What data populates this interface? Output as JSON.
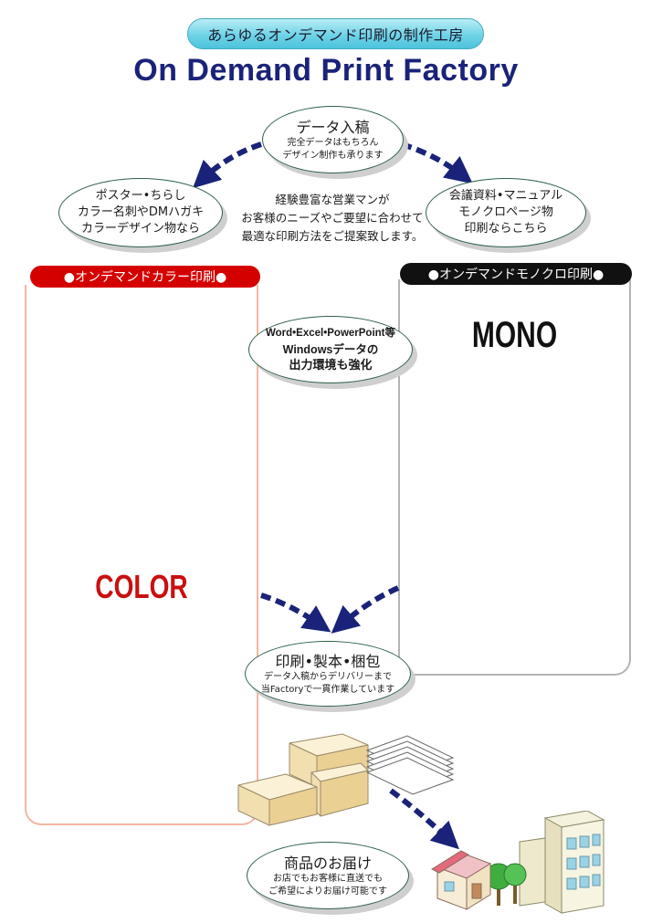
{
  "header": {
    "tagline": "あらゆるオンデマンド印刷の制作工房",
    "title": "On Demand Print Factory"
  },
  "flow": {
    "data_entry": {
      "title": "データ入稿",
      "lines": [
        "完全データはもちろん",
        "デザイン制作も承ります"
      ]
    },
    "left_bubble": {
      "lines": [
        "ポスター•ちらし",
        "カラー名刺やDMハガキ",
        "カラーデザイン物なら"
      ]
    },
    "right_bubble": {
      "lines": [
        "会議資料•マニュアル",
        "モノクロページ物",
        "印刷ならこちら"
      ]
    },
    "center_text": {
      "lines": [
        "経験豊富な営業マンが",
        "お客様のニーズやご要望に合わせて",
        "最適な印刷方法をご提案致します。"
      ]
    },
    "windows_bubble": {
      "lines": [
        "Word•Excel•PowerPoint等",
        "Windowsデータの",
        "出力環境も強化"
      ]
    },
    "print_bubble": {
      "title": "印刷•製本•梱包",
      "lines": [
        "データ入稿からデリバリーまで",
        "当Factoryで一貫作業しています"
      ]
    },
    "delivery_bubble": {
      "title": "商品のお届け",
      "lines": [
        "お店でもお客様に直送でも",
        "ご希望によりお届け可能です"
      ]
    }
  },
  "panels": {
    "color": {
      "header": "●オンデマンドカラー印刷●",
      "label": "COLOR",
      "header_color": "#d40000",
      "label_color": "#c91010"
    },
    "mono": {
      "header": "●オンデマンドモノクロ印刷●",
      "label": "MONO",
      "header_color": "#111111"
    }
  },
  "colors": {
    "arrow": "#1a2379",
    "title": "#1a2379",
    "bubble_border": "#2e6148"
  },
  "icons": [
    "package-boxes-icon",
    "paper-stack-icon",
    "house-icon",
    "office-building-icon",
    "tree-icon"
  ]
}
